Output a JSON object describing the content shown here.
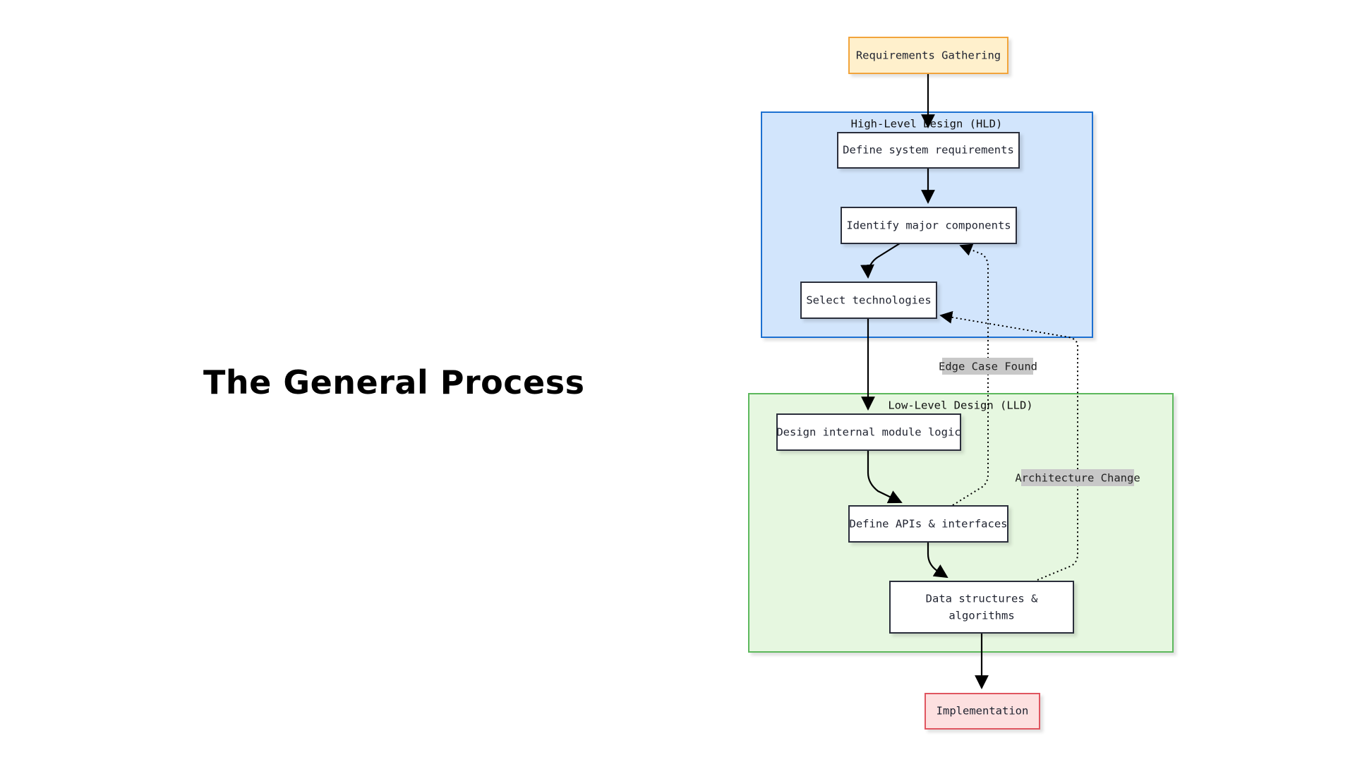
{
  "page": {
    "title": "The General Process"
  },
  "diagram": {
    "groups": {
      "hld": {
        "label": "High-Level Design (HLD)",
        "fill": "#d2e5fc",
        "stroke": "#1f6fd1"
      },
      "lld": {
        "label": "Low-Level Design (LLD)",
        "fill": "#e6f7e0",
        "stroke": "#5cb85c"
      }
    },
    "nodes": {
      "requirements": {
        "label": "Requirements Gathering",
        "fill": "#fff0cc",
        "stroke": "#f2a43a"
      },
      "define_system": {
        "label": "Define system requirements"
      },
      "identify_components": {
        "label": "Identify major components"
      },
      "select_tech": {
        "label": "Select technologies"
      },
      "design_module": {
        "label": "Design internal module logic"
      },
      "define_apis": {
        "label": "Define APIs & interfaces"
      },
      "data_structures": {
        "label_line1": "Data structures &",
        "label_line2": "algorithms"
      },
      "implementation": {
        "label": "Implementation",
        "fill": "#fde0e0",
        "stroke": "#e05560"
      }
    },
    "edges": {
      "edge_case": {
        "label": "Edge Case Found"
      },
      "arch_change": {
        "label": "Architecture Change"
      }
    },
    "colors": {
      "node_fill": "#ffffff",
      "node_stroke": "#2b2d3a",
      "edge": "#000000",
      "edge_label_bg": "#c8c8c8"
    }
  }
}
